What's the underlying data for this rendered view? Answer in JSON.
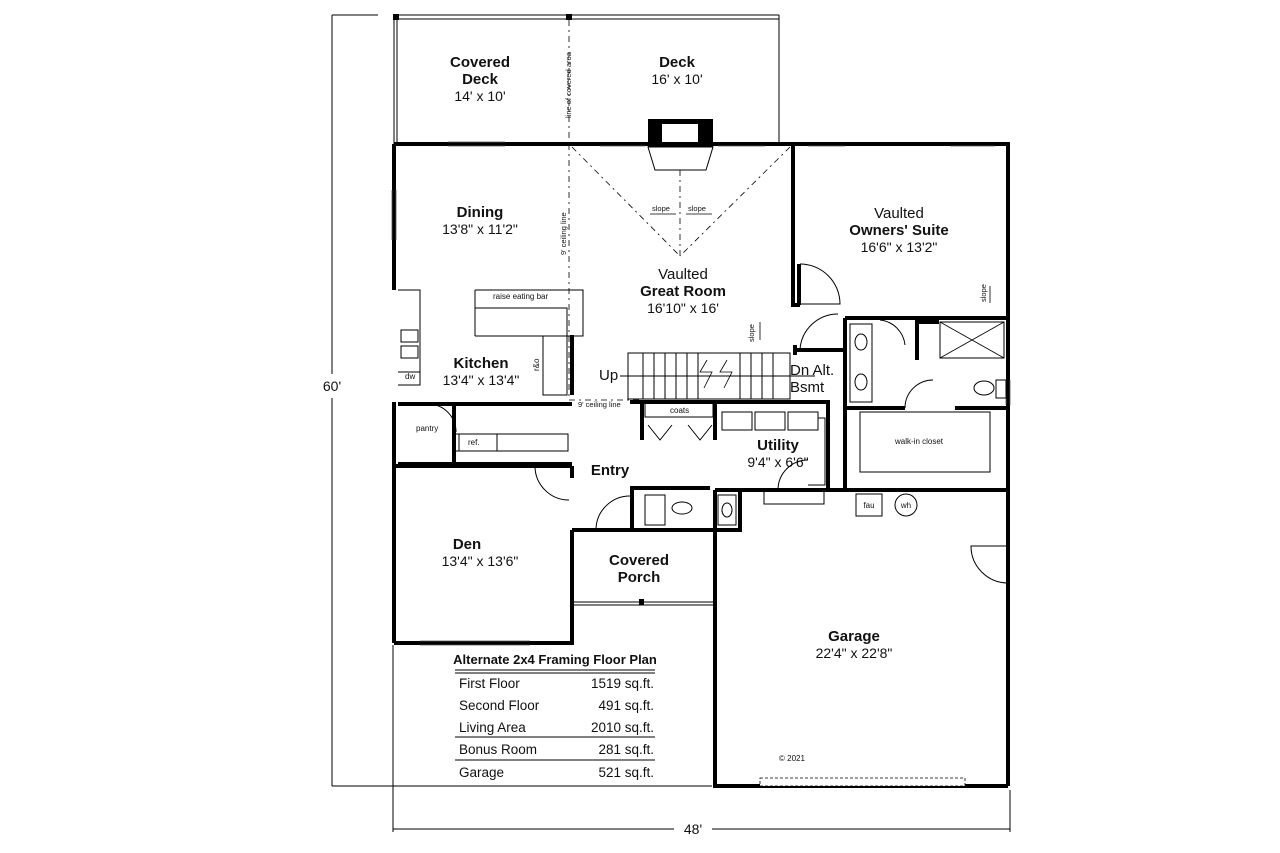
{
  "rooms": {
    "covered_deck": {
      "line1": "Covered",
      "line2": "Deck",
      "dim": "14' x 10'"
    },
    "deck": {
      "name": "Deck",
      "dim": "16' x 10'"
    },
    "dining": {
      "name": "Dining",
      "dim": "13'8\" x 11'2\""
    },
    "great_room": {
      "line1": "Vaulted",
      "line2": "Great Room",
      "dim": "16'10\" x 16'"
    },
    "owners_suite": {
      "line1": "Vaulted",
      "line2": "Owners' Suite",
      "dim": "16'6\" x 13'2\""
    },
    "kitchen": {
      "name": "Kitchen",
      "dim": "13'4\" x 13'4\""
    },
    "utility": {
      "name": "Utility",
      "dim": "9'4\" x 6'6\""
    },
    "entry": {
      "name": "Entry"
    },
    "den": {
      "name": "Den",
      "dim": "13'4\" x 13'6\""
    },
    "covered_porch": {
      "line1": "Covered",
      "line2": "Porch"
    },
    "garage": {
      "name": "Garage",
      "dim": "22'4\" x 22'8\""
    }
  },
  "labels": {
    "line_of_covered_area": "line of covered area",
    "ceiling_line_9": "9' ceiling line",
    "slope": "slope",
    "raise_eating_bar": "raise eating bar",
    "dw": "dw",
    "rdo": "r&o",
    "pantry": "pantry",
    "ref": "ref.",
    "coats": "coats",
    "up": "Up",
    "dn_alt": "Dn Alt.",
    "bsmt": "Bsmt",
    "walk_in_closet": "walk-in closet",
    "fau": "fau",
    "wh": "wh",
    "copyright": "© 2021"
  },
  "dimensions": {
    "height": "60'",
    "width": "48'"
  },
  "area_table": {
    "title": "Alternate 2x4 Framing Floor Plan",
    "rows": [
      {
        "label": "First Floor",
        "value": "1519 sq.ft."
      },
      {
        "label": "Second Floor",
        "value": "491 sq.ft."
      },
      {
        "label": "Living Area",
        "value": "2010 sq.ft."
      },
      {
        "label": "Bonus Room",
        "value": "281 sq.ft."
      },
      {
        "label": "Garage",
        "value": "521 sq.ft."
      }
    ]
  }
}
